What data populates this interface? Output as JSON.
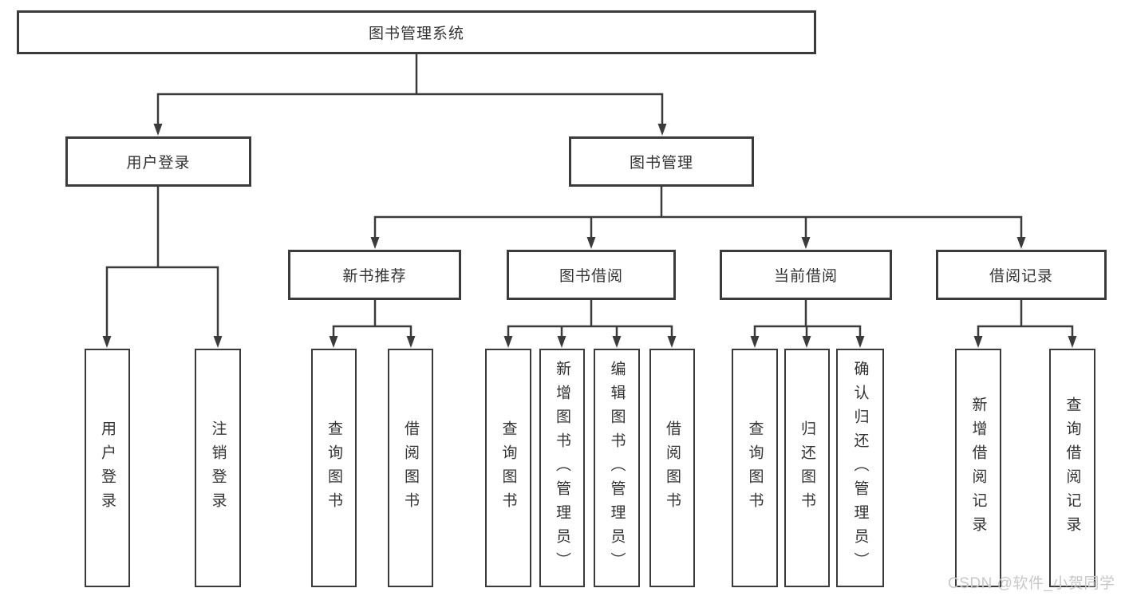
{
  "tree": {
    "label": "图书管理系统",
    "children": [
      {
        "label": "用户登录",
        "children": [
          {
            "label": "用户登录"
          },
          {
            "label": "注销登录"
          }
        ]
      },
      {
        "label": "图书管理",
        "children": [
          {
            "label": "新书推荐",
            "children": [
              {
                "label": "查询图书"
              },
              {
                "label": "借阅图书"
              }
            ]
          },
          {
            "label": "图书借阅",
            "children": [
              {
                "label": "查询图书"
              },
              {
                "label": "新增图书（管理员）"
              },
              {
                "label": "编辑图书（管理员）"
              },
              {
                "label": "借阅图书"
              }
            ]
          },
          {
            "label": "当前借阅",
            "children": [
              {
                "label": "查询图书"
              },
              {
                "label": "归还图书"
              },
              {
                "label": "确认归还（管理员）"
              }
            ]
          },
          {
            "label": "借阅记录",
            "children": [
              {
                "label": "新增借阅记录"
              },
              {
                "label": "查询借阅记录"
              }
            ]
          }
        ]
      }
    ]
  },
  "watermark": {
    "text": "CSDN @软件_小贺同学"
  },
  "colors": {
    "line": "#3b3b3b",
    "text": "#333333",
    "watermark": "#c8c8c8",
    "background": "#ffffff"
  }
}
